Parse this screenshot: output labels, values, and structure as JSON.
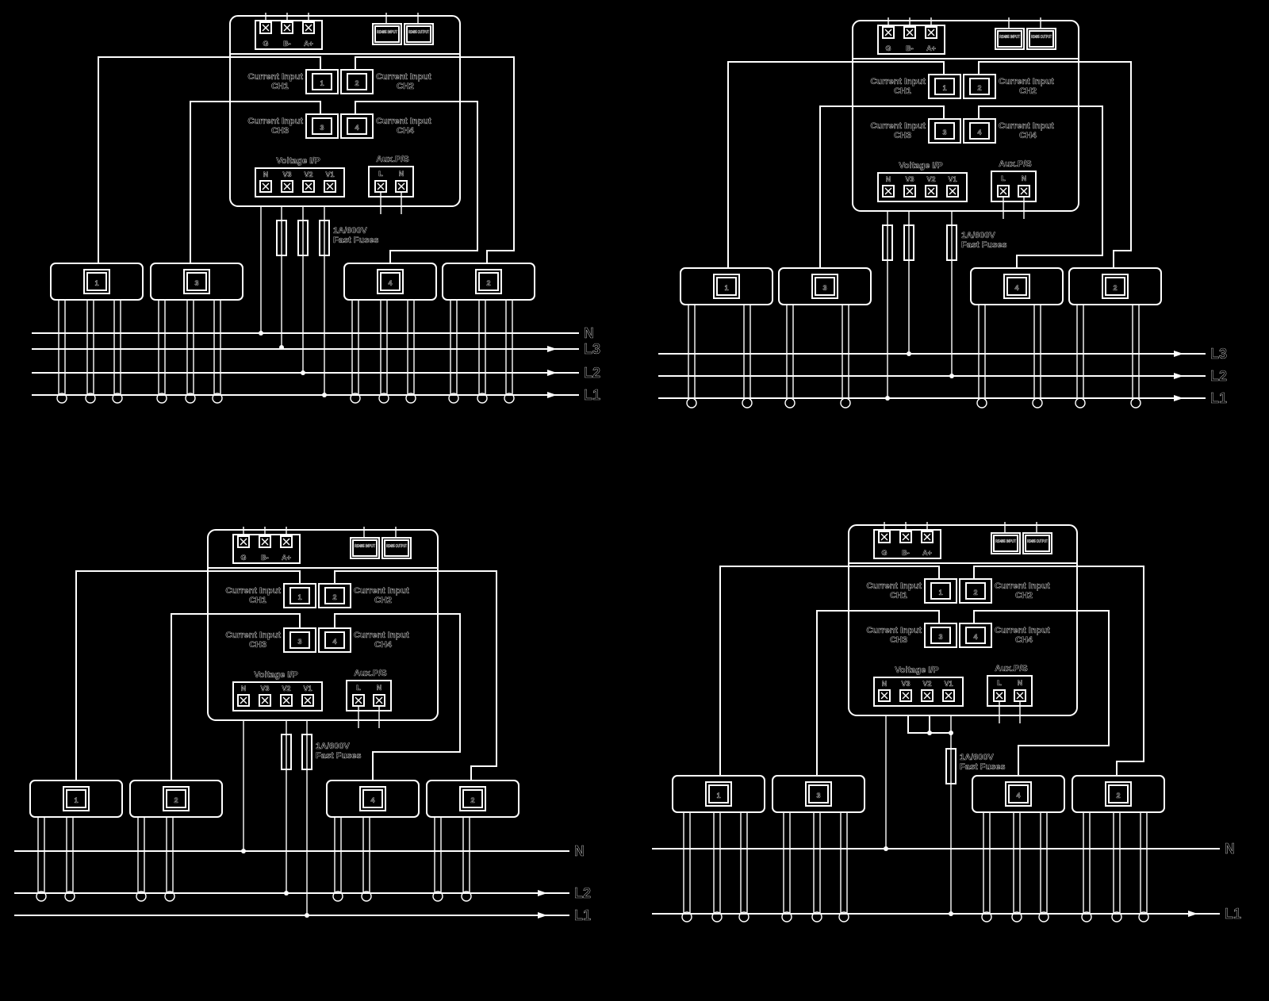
{
  "comm_terminals": [
    "G",
    "B-",
    "A+"
  ],
  "ports": [
    "RS485 INPUT",
    "RS485 OUTPUT"
  ],
  "channels": [
    {
      "num": "1",
      "label": "Current Input",
      "sub": "CH1"
    },
    {
      "num": "2",
      "label": "Current Input",
      "sub": "CH2"
    },
    {
      "num": "3",
      "label": "Current Input",
      "sub": "CH3"
    },
    {
      "num": "4",
      "label": "Current Input",
      "sub": "CH4"
    }
  ],
  "voltage_title": "Voltage I/P",
  "voltage_terminals": [
    "N",
    "V3",
    "V2",
    "V1"
  ],
  "aux_title": "Aux.P/S",
  "aux_terminals": [
    "L",
    "N"
  ],
  "fuse_text": [
    "1A/600V",
    "Fast Fuses"
  ],
  "diagrams": [
    {
      "id": "top-left",
      "ct_labels": [
        "1",
        "3",
        "4",
        "2"
      ],
      "lines": [
        "N",
        "L3",
        "L2",
        "L1"
      ]
    },
    {
      "id": "top-right",
      "ct_labels": [
        "1",
        "3",
        "4",
        "2"
      ],
      "lines": [
        "L3",
        "L2",
        "L1"
      ]
    },
    {
      "id": "bottom-left",
      "ct_labels": [
        "1",
        "2",
        "4",
        "2"
      ],
      "lines": [
        "N",
        "L2",
        "L1"
      ]
    },
    {
      "id": "bottom-right",
      "ct_labels": [
        "1",
        "3",
        "4",
        "2"
      ],
      "lines": [
        "N",
        "L1"
      ]
    }
  ]
}
